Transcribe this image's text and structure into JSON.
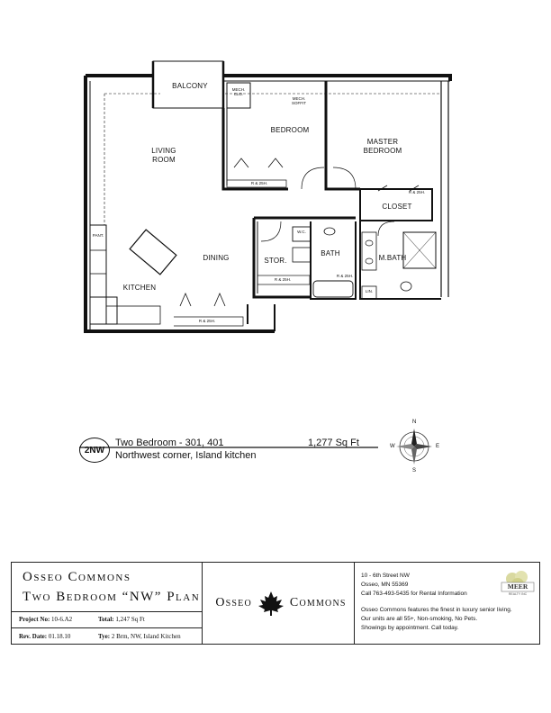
{
  "rooms": {
    "balcony": "BALCONY",
    "mech_clo": "MECH.\nCLO.",
    "bedroom": "BEDROOM",
    "master_bedroom": "MASTER\nBEDROOM",
    "mech_soffit": "MECH.\nSOFFIT",
    "living_room": "LIVING\nROOM",
    "closet": "CLOSET",
    "pant": "PANT.",
    "dining": "DINING",
    "stor": "STOR.",
    "bath": "BATH",
    "mbath": "M.BATH",
    "kitchen": "KITCHEN",
    "wc": "W.C.",
    "lin": "LIN.",
    "r25_a": "R & 25H.",
    "r25_b": "R & 25H.",
    "r25_c": "R & 25H.",
    "r25_d": "R & 25H.",
    "r25_e": "R & 25H."
  },
  "unit": {
    "tag": "2NW",
    "title": "Two Bedroom - 301, 401",
    "sqft": "1,277 Sq Ft",
    "subtitle": "Northwest corner, Island kitchen"
  },
  "compass": {
    "n": "N",
    "s": "S",
    "e": "E",
    "w": "W"
  },
  "title_block": {
    "line1": "Osseo Commons",
    "line2": "Two Bedroom “NW” Plan",
    "project_label": "Project No:",
    "project_value": "10-6.A2",
    "total_label": "Total:",
    "total_value": "1,247 Sq Ft",
    "rev_label": "Rev. Date:",
    "rev_value": "01.18.10",
    "type_label": "Tye:",
    "type_value": "2 Brm, NW, Island Kitchen",
    "brand_left": "Osseo",
    "brand_right": "Commons",
    "addr1": "10 - 6th Street NW",
    "addr2": "Osseo, MN 55369",
    "phone": "Call 763-493-5435 for Rental Information",
    "desc1": "Osseo Commons features the finest in luxury senior living.",
    "desc2": "Our units are all 55+, Non-smoking, No Pets.",
    "desc3": "Showings by appointment.  Call today.",
    "logo_text": "MEER",
    "logo_sub": "REALTY INC"
  }
}
